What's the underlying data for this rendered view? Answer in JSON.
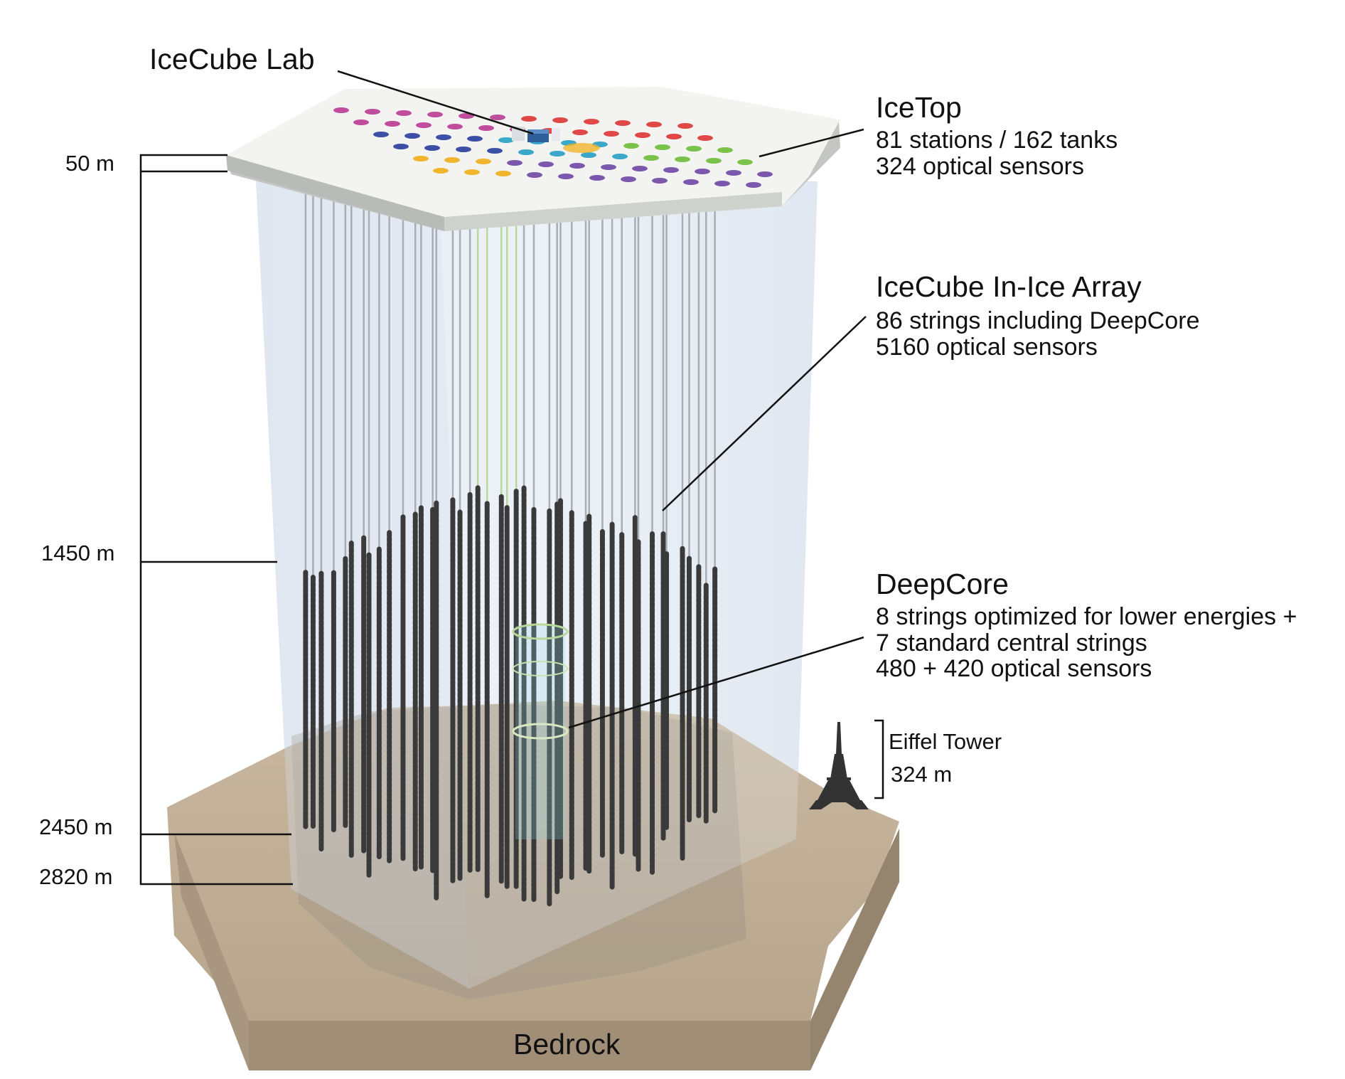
{
  "labels": {
    "icecube_lab": "IceCube Lab",
    "icetop": {
      "title": "IceTop",
      "lines": [
        "81 stations / 162 tanks",
        "324 optical sensors"
      ]
    },
    "inice": {
      "title": "IceCube In-Ice Array",
      "lines": [
        "86 strings including DeepCore",
        "5160 optical sensors"
      ]
    },
    "deepcore": {
      "title": "DeepCore",
      "lines": [
        "8 strings optimized for lower energies +",
        "7 standard central strings",
        "480 + 420 optical sensors"
      ]
    },
    "eiffel": {
      "name": "Eiffel Tower",
      "height": "324 m"
    },
    "bedrock": "Bedrock"
  },
  "depths": [
    "50 m",
    "1450 m",
    "2450 m",
    "2820 m"
  ],
  "colors": {
    "ice_volume": "#dfe6f0",
    "surface": "#f2f3f0",
    "surface_edge": "#c8cac6",
    "bedrock_top": "#c3b29a",
    "bedrock_side": "#a49480",
    "sensor": "#3a3a3a",
    "string": "#a9adb4",
    "deepcore_string": "#b9d99a",
    "icetop_tanks": [
      "#c04d9c",
      "#e04848",
      "#3b4fa6",
      "#f0b52c",
      "#7b58ab",
      "#7bc24a",
      "#3aa8c9"
    ]
  }
}
